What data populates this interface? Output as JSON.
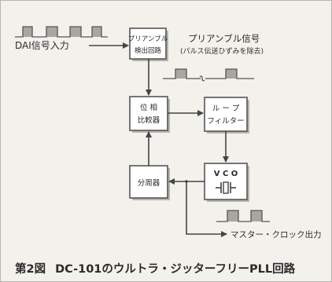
{
  "figure": {
    "caption_number": "第2図",
    "caption_title": "DC-101のウルトラ・ジッターフリーPLL回路"
  },
  "labels": {
    "dai_input": "DAI信号入力",
    "preamble_signal": "プリアンブル信号",
    "preamble_note": "(パルス伝送ひずみを除去)",
    "master_clock_out": "マスター・クロック出力"
  },
  "blocks": {
    "preamble_detector": {
      "line1": "プリアンブル",
      "line2": "検出回路"
    },
    "phase_comparator": {
      "line1": "位 相",
      "line2": "比較器"
    },
    "loop_filter": {
      "line1": "ル ー プ",
      "line2": "フィルター"
    },
    "divider": {
      "line1": "分周器"
    },
    "vco": {
      "line1": "V C O"
    }
  }
}
